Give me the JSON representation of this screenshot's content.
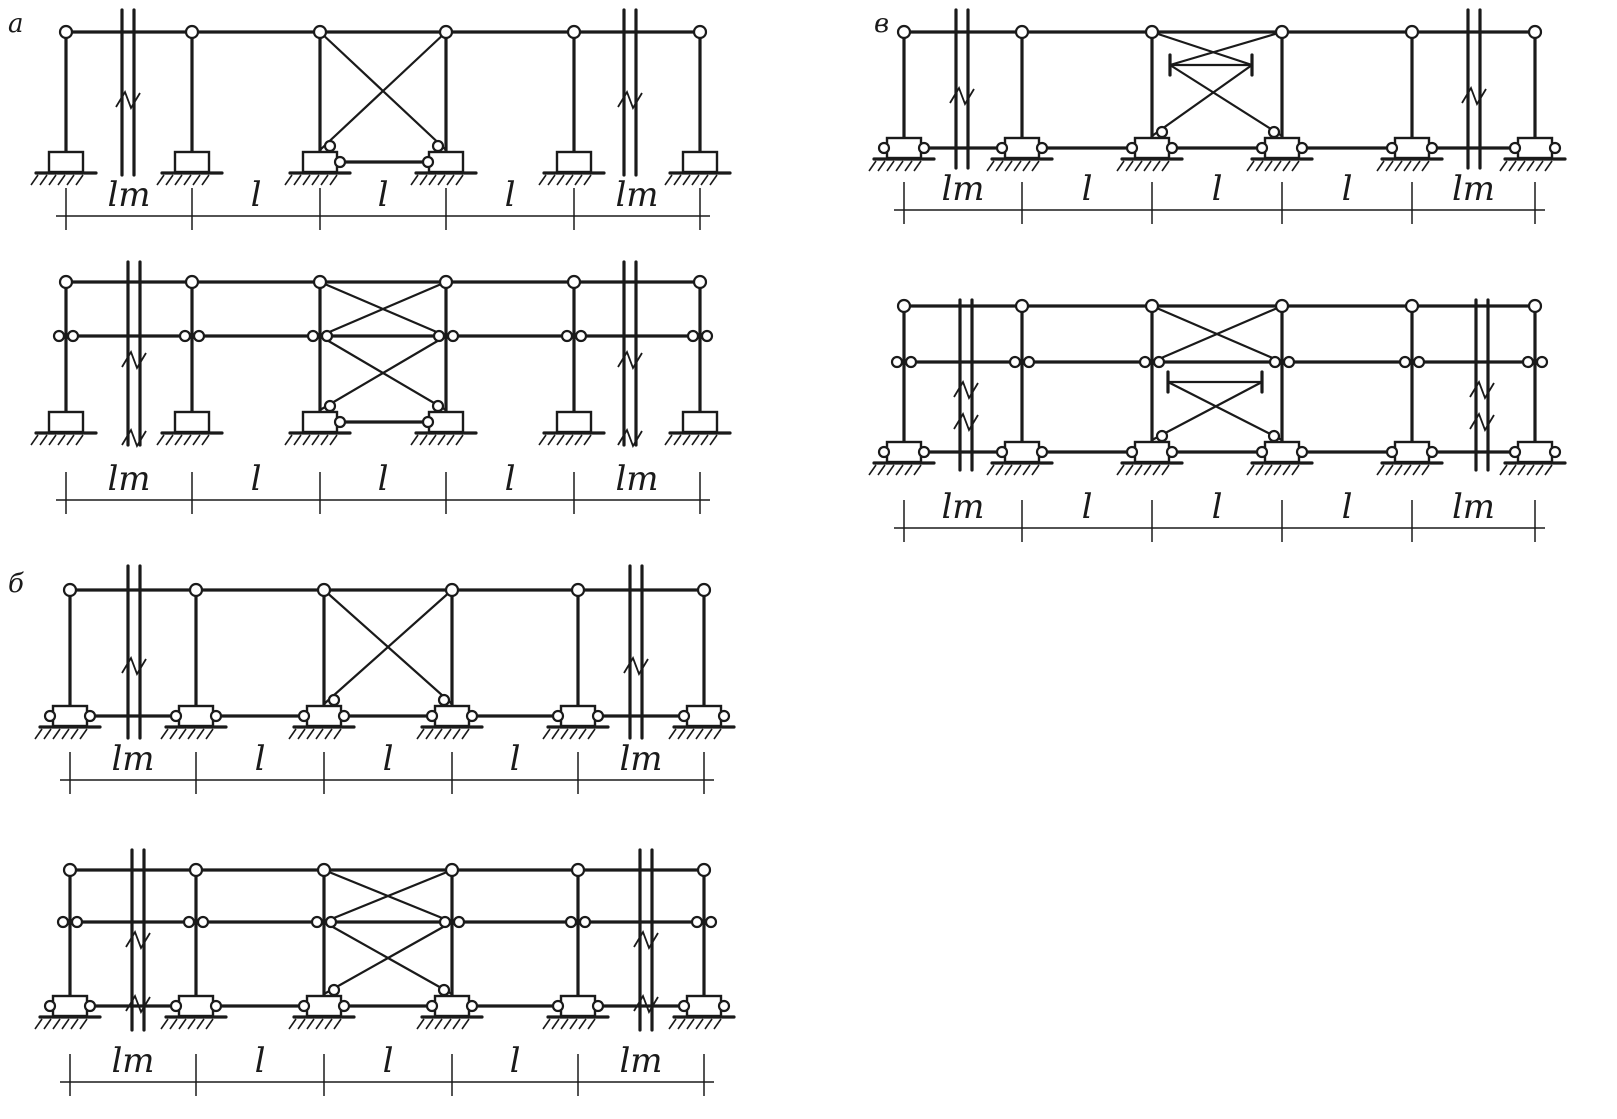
{
  "panel_labels": {
    "a": "а",
    "b": "б",
    "v": "в"
  },
  "dims": {
    "span": "l",
    "end": "lm"
  },
  "diagrams": [
    {
      "panel": "a",
      "tiers": 1,
      "bracing": "x-single",
      "tie": "between-two",
      "dims": [
        "lm",
        "l",
        "l",
        "l",
        "lm"
      ]
    },
    {
      "panel": "a",
      "tiers": 2,
      "bracing": "x-double",
      "tie": "between-two",
      "dims": [
        "lm",
        "l",
        "l",
        "l",
        "lm"
      ]
    },
    {
      "panel": "b",
      "tiers": 1,
      "bracing": "x-single",
      "tie": "full",
      "dims": [
        "lm",
        "l",
        "l",
        "l",
        "lm"
      ]
    },
    {
      "panel": "b",
      "tiers": 2,
      "bracing": "x-double",
      "tie": "full",
      "dims": [
        "lm",
        "l",
        "l",
        "l",
        "lm"
      ]
    },
    {
      "panel": "v",
      "tiers": 1,
      "bracing": "x-stops",
      "tie": "full",
      "dims": [
        "lm",
        "l",
        "l",
        "l",
        "lm"
      ]
    },
    {
      "panel": "v",
      "tiers": 2,
      "bracing": "x-mixed",
      "tie": "full",
      "dims": [
        "lm",
        "l",
        "l",
        "l",
        "lm"
      ]
    }
  ]
}
